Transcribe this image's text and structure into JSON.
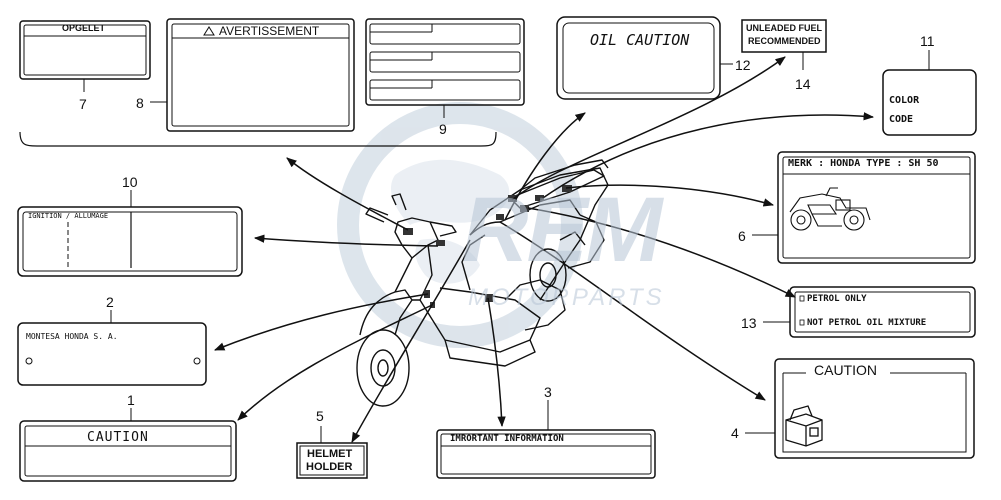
{
  "callouts": {
    "n1": "1",
    "n2": "2",
    "n3": "3",
    "n4": "4",
    "n5": "5",
    "n6": "6",
    "n7": "7",
    "n8": "8",
    "n9": "9",
    "n10": "10",
    "n11": "11",
    "n12": "12",
    "n13": "13",
    "n14": "14"
  },
  "labels": {
    "opgelet": "OPGELET",
    "avertissement": "AVERTISSEMENT",
    "oil_caution": "OIL  CAUTION",
    "unleaded_line1": "UNLEADED FUEL",
    "unleaded_line2": "RECOMMENDED",
    "color": "COLOR",
    "code": "CODE",
    "ignition": "IGNITION / ALLUMAGE",
    "merk": "MERK : HONDA TYPE : SH  50",
    "montesa": "MONTESA HONDA S. A.",
    "petrol_only": "PETROL  ONLY",
    "not_petrol": "NOT PETROL  OIL MIXTURE",
    "caution_box4": "CAUTION",
    "caution_box1": "CAUTION",
    "helmet_line1": "HELMET",
    "helmet_line2": "HOLDER",
    "important": "IMRORTANT  INFORMATION"
  },
  "watermark": {
    "main": "REM",
    "sub": "MOTORPARTS"
  }
}
